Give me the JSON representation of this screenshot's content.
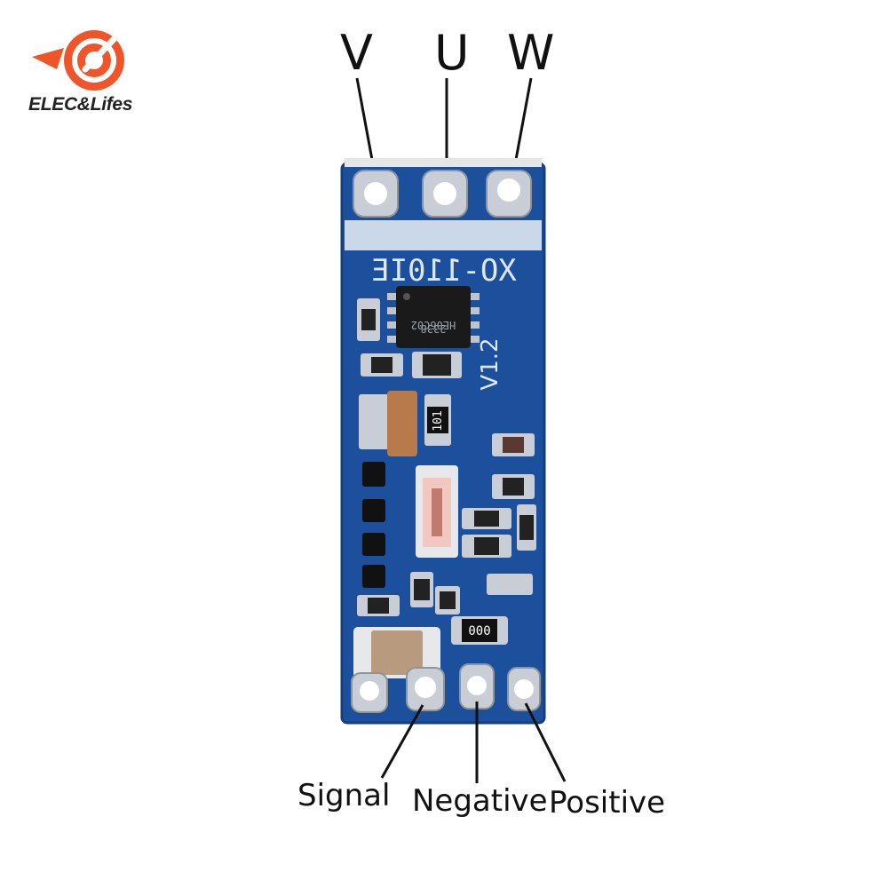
{
  "brand": {
    "name": "ELEC&Lifes",
    "logo_color": "#f0552a"
  },
  "pins_top": [
    {
      "label": "V"
    },
    {
      "label": "U"
    },
    {
      "label": "W"
    }
  ],
  "pins_bottom": [
    {
      "label": "Signal"
    },
    {
      "label": "Negative"
    },
    {
      "label": "Positive"
    }
  ],
  "board": {
    "pcb_color": "#1c4f9c",
    "silkscreen_model": "HE06C02",
    "silkscreen_code": "2338",
    "silkscreen_version": "V1.2",
    "silkscreen_mirrored": "XO-110IE",
    "resistor_1": "101",
    "resistor_2": "000"
  }
}
